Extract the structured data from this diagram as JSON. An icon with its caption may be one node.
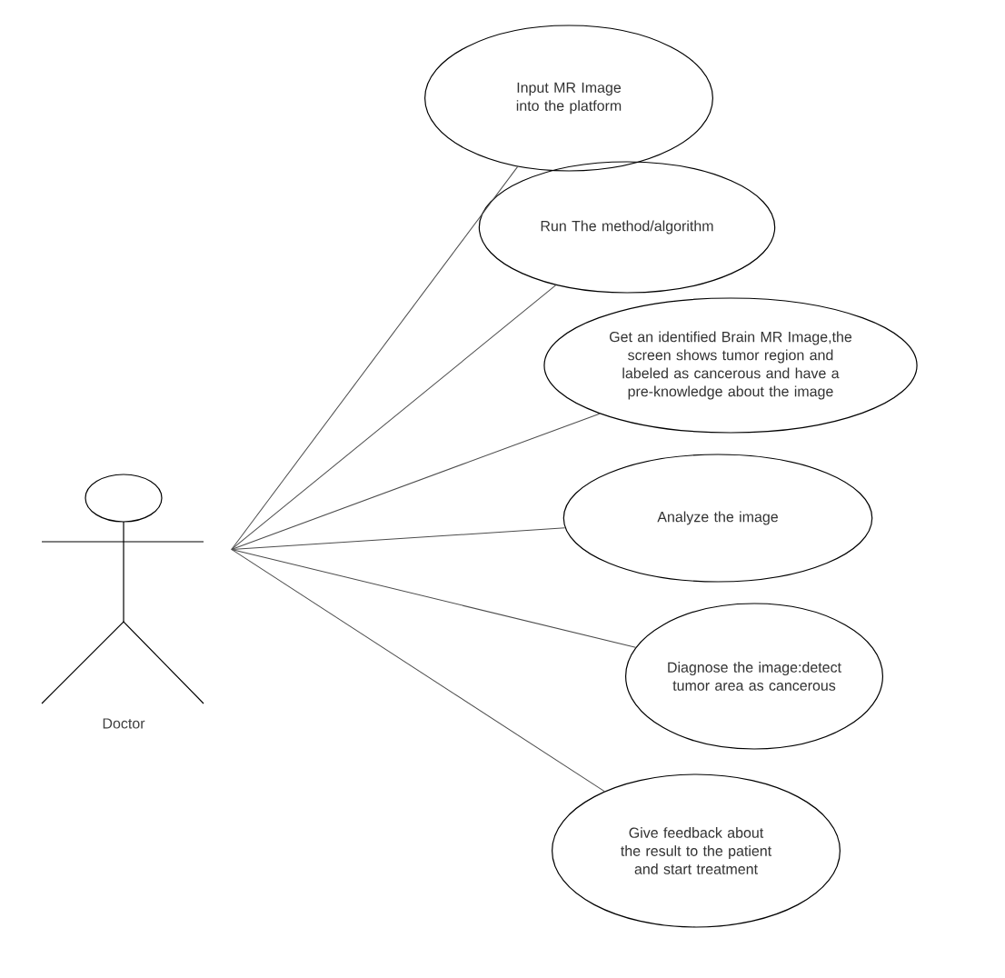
{
  "diagram": {
    "nodes": [
      {
        "text": [
          "Doctor"
        ]
      },
      {
        "text": [
          "Input MR Image into the platform"
        ]
      },
      {
        "text": [
          "Run The method/algorithm"
        ]
      },
      {
        "text": [
          "Get an identified Brain MR Image,the screen shows tumor region and labeled as cancerous and have a pre-knowledge about the image"
        ]
      },
      {
        "text": [
          "Analyze the image"
        ]
      },
      {
        "text": [
          "Diagnose the image:detect tumor area as cancerous"
        ]
      },
      {
        "text": [
          "Give feedback about the result to the patient and start treatment"
        ]
      }
    ],
    "edges": [
      {
        "from": 0,
        "to": 1,
        "arrow": "none"
      },
      {
        "from": 0,
        "to": 2,
        "arrow": "none"
      },
      {
        "from": 0,
        "to": 3,
        "arrow": "none"
      },
      {
        "from": 0,
        "to": 4,
        "arrow": "none"
      },
      {
        "from": 0,
        "to": 5,
        "arrow": "none"
      },
      {
        "from": 0,
        "to": 6,
        "arrow": "none"
      }
    ]
  }
}
